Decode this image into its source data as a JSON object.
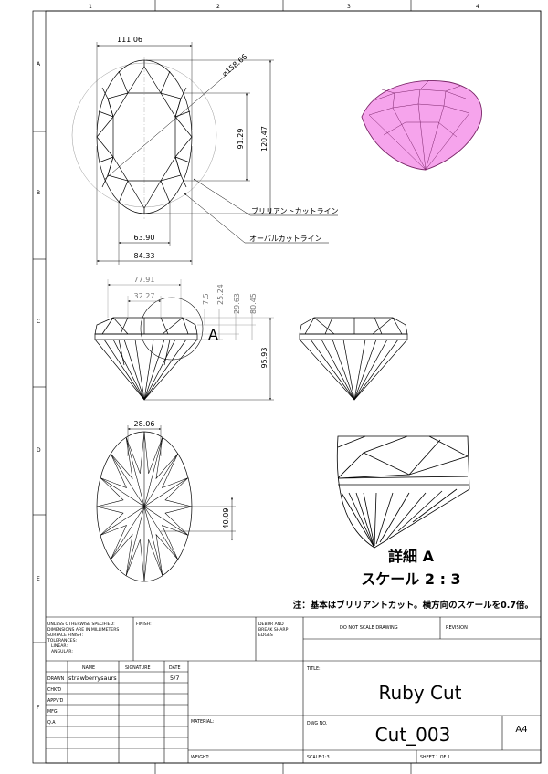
{
  "grid": {
    "columns": [
      "1",
      "2",
      "3",
      "4"
    ],
    "rows": [
      "A",
      "B",
      "C",
      "D",
      "E",
      "F"
    ]
  },
  "top_view": {
    "dims": {
      "width": "111.06",
      "diameter": "⌀158.66",
      "inner_height": "91.29",
      "height": "120.47",
      "inner_bottom_width": "63.90",
      "bottom_width": "84.33"
    },
    "callouts": {
      "brilliant_line": "ブリリアントカットライン",
      "oval_line": "オーバルカットライン"
    }
  },
  "side_view": {
    "dims": {
      "table_width": "77.91",
      "inner_width": "32.27",
      "d1": "7.5",
      "d2": "25.24",
      "d3": "29.63",
      "d4": "80.45",
      "depth": "95.93"
    },
    "detail_label": "A"
  },
  "bottom_view": {
    "dims": {
      "culet_width": "28.06",
      "culet_height": "40.09"
    }
  },
  "detail_caption": {
    "line1": "詳細 A",
    "line2": "スケール 2 : 3"
  },
  "note": "注：基本はブリリアントカット。横方向のスケールを0.7倍。",
  "colors": {
    "ruby_fill": "#f6a4ec",
    "ruby_edge": "#7a2468"
  },
  "title_block": {
    "unless_lines": [
      "UNLESS OTHERWISE SPECIFIED:",
      "DIMENSIONS ARE IN MILLIMETERS",
      "SURFACE FINISH:",
      "TOLERANCES:",
      "  LINEAR:",
      "  ANGULAR:"
    ],
    "finish_label": "FINISH:",
    "debur_lines": [
      "DEBUR AND",
      "BREAK SHARP",
      "EDGES"
    ],
    "do_not_scale": "DO NOT SCALE DRAWING",
    "revision_label": "REVISION",
    "col_name": "NAME",
    "col_signature": "SIGNATURE",
    "col_date": "DATE",
    "rows": [
      "DRAWN",
      "CHK'D",
      "APPV'D",
      "MFG",
      "Q.A"
    ],
    "drawn_name": "strawberrysaurs",
    "drawn_date": "5/7",
    "material_label": "MATERIAL:",
    "title_label": "TITLE:",
    "title_value": "Ruby Cut",
    "dwg_label": "DWG NO.",
    "dwg_value": "Cut_003",
    "size_value": "A4",
    "weight_label": "WEIGHT:",
    "scale_label": "SCALE:1:3",
    "sheet_label": "SHEET 1 OF 1"
  }
}
